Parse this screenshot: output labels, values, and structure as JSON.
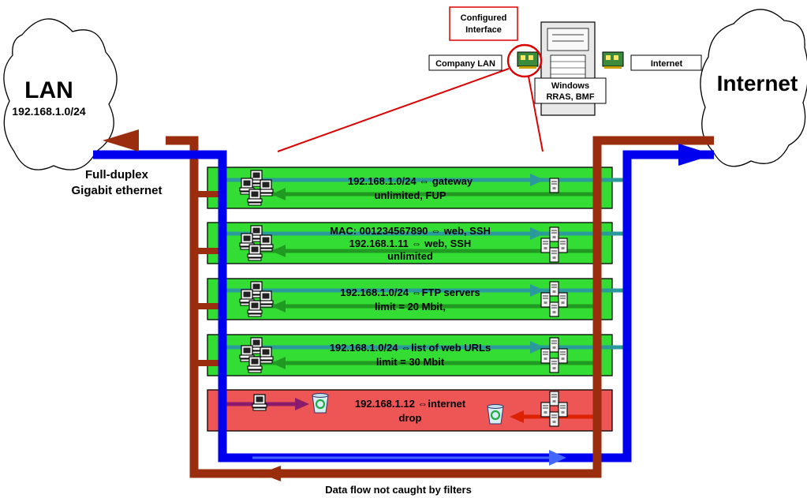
{
  "lan_cloud": {
    "title": "LAN",
    "subnet": "192.168.1.0/24"
  },
  "internet_cloud": {
    "title": "Internet"
  },
  "link_label": {
    "line1": "Full-duplex",
    "line2": "Gigabit ethernet"
  },
  "server": {
    "configured_label_line1": "Configured",
    "configured_label_line2": "Interface",
    "company_lan_label": "Company LAN",
    "internet_label": "Internet",
    "os_label_line1": "Windows",
    "os_label_line2": "RRAS, BMF"
  },
  "filters": [
    {
      "line1": "192.168.1.0/24 ⇔ gateway",
      "line2": "unlimited, FUP",
      "line3": "",
      "action": "pass",
      "color": "#33dd33"
    },
    {
      "line1": "MAC: 001234567890 ⇔ web, SSH",
      "line2": "192.168.1.11 ⇔ web, SSH",
      "line3": "unlimited",
      "action": "pass",
      "color": "#33dd33"
    },
    {
      "line1": "192.168.1.0/24 ⇔FTP servers",
      "line2": "limit = 20 Mbit,",
      "line3": "",
      "action": "pass",
      "color": "#33dd33"
    },
    {
      "line1": "192.168.1.0/24 ⇔list of web URLs",
      "line2": "limit = 30 Mbit",
      "line3": "",
      "action": "pass",
      "color": "#33dd33"
    },
    {
      "line1": "192.168.1.12 ⇔internet",
      "line2": "drop",
      "line3": "",
      "action": "drop",
      "color": "#ee5555"
    }
  ],
  "bottom_caption": "Data flow not caught by filters",
  "colors": {
    "outbound": "#0000ee",
    "inbound": "#9b2d0f",
    "highlight": "#dd0000",
    "drop_arrow": "#8b1a6b"
  }
}
